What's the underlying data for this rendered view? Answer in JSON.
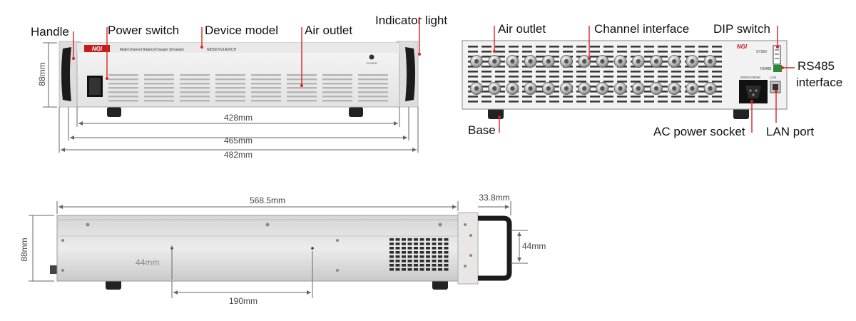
{
  "front_view": {
    "labels": {
      "handle": "Handle",
      "power_switch": "Power switch",
      "device_model": "Device model",
      "air_outlet": "Air outlet",
      "indicator_light": "Indicator light"
    },
    "panel_text": {
      "brand": "NGI",
      "product": "Multi-Channel Battery/Charger Simulator",
      "model": "N8358 6V1A20CH",
      "power": "POWER"
    },
    "dimensions": {
      "inner_width": "428mm",
      "body_width": "465mm",
      "total_width": "482mm",
      "height": "88mm"
    }
  },
  "rear_view": {
    "labels": {
      "air_outlet": "Air outlet",
      "channel_interface": "Channel interface",
      "dip_switch": "DIP switch",
      "rs485_interface": "RS485\ninterface",
      "base": "Base",
      "ac_power_socket": "AC power socket",
      "lan_port": "LAN port"
    },
    "panel_text": {
      "brand": "NGI",
      "sysid": "SYSID",
      "rs485": "RS485",
      "lan": "LAN",
      "ac": "220VAC/50Hz"
    }
  },
  "side_view": {
    "dimensions": {
      "depth": "568.5mm",
      "handle_depth": "33.8mm",
      "handle_height": "44mm",
      "hole_height": "44mm",
      "hole_spacing": "190mm",
      "height": "88mm"
    }
  },
  "colors": {
    "leader": "#d22222",
    "chassis": "#e6e6e6",
    "rear_panel": "#f0f0f0"
  }
}
